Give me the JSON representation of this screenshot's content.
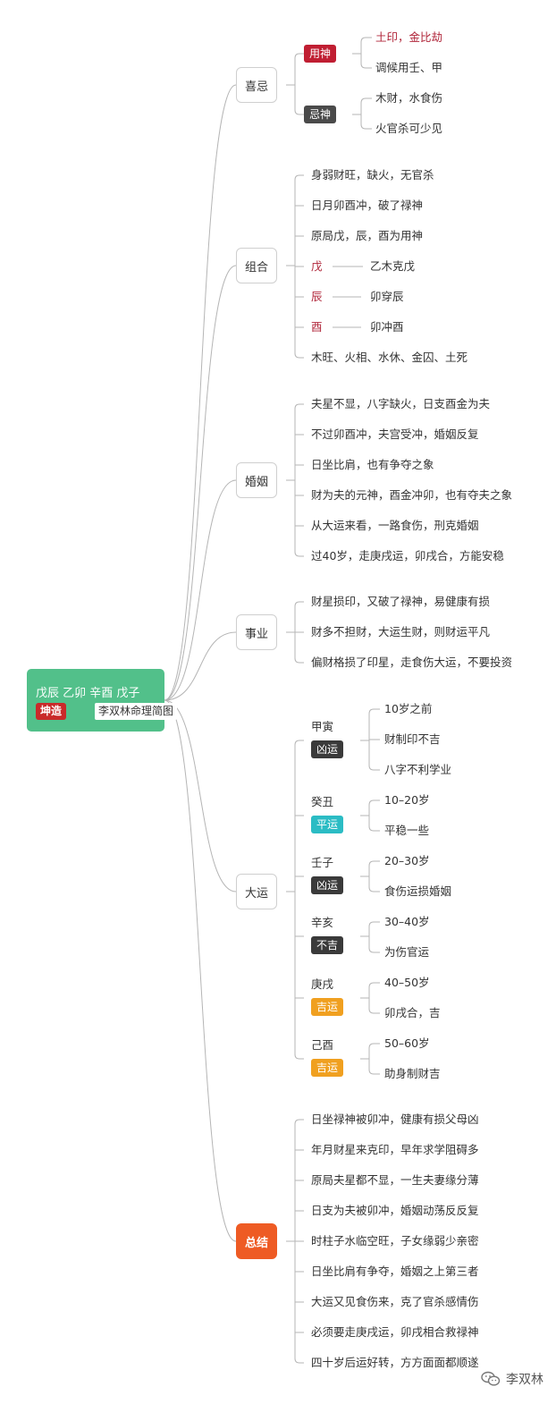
{
  "root": {
    "title": "戊辰 乙卯 辛酉 戊子",
    "gender_tag": "坤造",
    "description": "李双林命理简图",
    "color": "#52c08a"
  },
  "branches": {
    "xiji": {
      "label": "喜忌",
      "yongshen": {
        "tag": "用神",
        "color": "#c01e32",
        "items": [
          "土印，金比劫",
          "调候用壬、甲"
        ]
      },
      "jishen": {
        "tag": "忌神",
        "color": "#4a4a4a",
        "items": [
          "木财，水食伤",
          "火官杀可少见"
        ]
      }
    },
    "zuhe": {
      "label": "组合",
      "items": [
        "身弱财旺，缺火，无官杀",
        "日月卯酉冲，破了禄神",
        "原局戊，辰，酉为用神"
      ],
      "pairs": [
        {
          "char": "戊",
          "note": "乙木克戊"
        },
        {
          "char": "辰",
          "note": "卯穿辰"
        },
        {
          "char": "酉",
          "note": "卯冲酉"
        }
      ],
      "last": "木旺、火相、水休、金囚、土死"
    },
    "hunyin": {
      "label": "婚姻",
      "items": [
        "夫星不显，八字缺火，日支酉金为夫",
        "不过卯酉冲，夫宫受冲，婚姻反复",
        "日坐比肩，也有争夺之象",
        "财为夫的元神，酉金冲卯，也有夺夫之象",
        "从大运来看，一路食伤，刑克婚姻",
        "过40岁，走庚戌运，卯戌合，方能安稳"
      ]
    },
    "shiye": {
      "label": "事业",
      "items": [
        "财星损印，又破了禄神，易健康有损",
        "财多不担财，大运生财，则财运平凡",
        "偏财格损了印星，走食伤大运，不要投资"
      ]
    },
    "dayun": {
      "label": "大运",
      "periods": [
        {
          "name": "甲寅",
          "tag": "凶运",
          "color": "#3a3a3a",
          "items": [
            "10岁之前",
            "财制印不吉",
            "八字不利学业"
          ]
        },
        {
          "name": "癸丑",
          "tag": "平运",
          "color": "#2bbcc4",
          "items": [
            "10–20岁",
            "平稳一些"
          ]
        },
        {
          "name": "壬子",
          "tag": "凶运",
          "color": "#3a3a3a",
          "items": [
            "20–30岁",
            "食伤运损婚姻"
          ]
        },
        {
          "name": "辛亥",
          "tag": "不吉",
          "color": "#3a3a3a",
          "items": [
            "30–40岁",
            "为伤官运"
          ]
        },
        {
          "name": "庚戌",
          "tag": "吉运",
          "color": "#f0a020",
          "items": [
            "40–50岁",
            "卯戌合，吉"
          ]
        },
        {
          "name": "己酉",
          "tag": "吉运",
          "color": "#f0a020",
          "items": [
            "50–60岁",
            "助身制财吉"
          ]
        }
      ]
    },
    "zongjie": {
      "label": "总结",
      "color": "#ee5b24",
      "items": [
        "日坐禄神被卯冲，健康有损父母凶",
        "年月财星来克印，早年求学阻碍多",
        "原局夫星都不显，一生夫妻缘分薄",
        "日支为夫被卯冲，婚姻动荡反反复",
        "时柱子水临空旺，子女缘弱少亲密",
        "日坐比肩有争夺，婚姻之上第三者",
        "大运又见食伤来，克了官杀感情伤",
        "必须要走庚戌运，卯戌相合救禄神",
        "四十岁后运好转，方方面面都顺遂"
      ]
    }
  },
  "watermark": {
    "text": "李双林",
    "icon": "wechat-icon"
  },
  "colors": {
    "line": "#b5b5b5",
    "red_text": "#b0263a"
  }
}
